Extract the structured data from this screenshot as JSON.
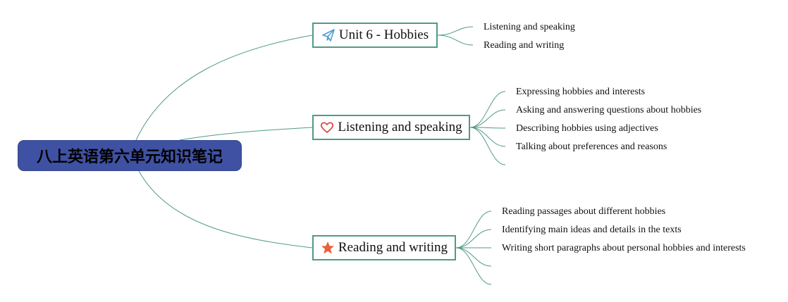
{
  "colors": {
    "root_bg": "#3f51a3",
    "line": "#4f9a88",
    "plane_icon": "#4a9fd0",
    "heart_icon": "#d94a4a",
    "star_icon": "#e8623a"
  },
  "root": {
    "label": "八上英语第六单元知识笔记"
  },
  "branches": [
    {
      "label": "Unit 6 - Hobbies",
      "icon": "paper-plane-icon",
      "items": [
        "Listening and speaking",
        "Reading and writing"
      ]
    },
    {
      "label": "Listening and speaking",
      "icon": "heart-icon",
      "items": [
        "Expressing hobbies and interests",
        "Asking and answering questions about hobbies",
        "Describing hobbies using adjectives",
        "Talking about preferences and reasons",
        ""
      ]
    },
    {
      "label": "Reading and writing",
      "icon": "star-icon",
      "items": [
        "Reading passages about different hobbies",
        "Identifying main ideas and details in the texts",
        "Writing short paragraphs about personal hobbies and interests",
        "",
        ""
      ]
    }
  ]
}
